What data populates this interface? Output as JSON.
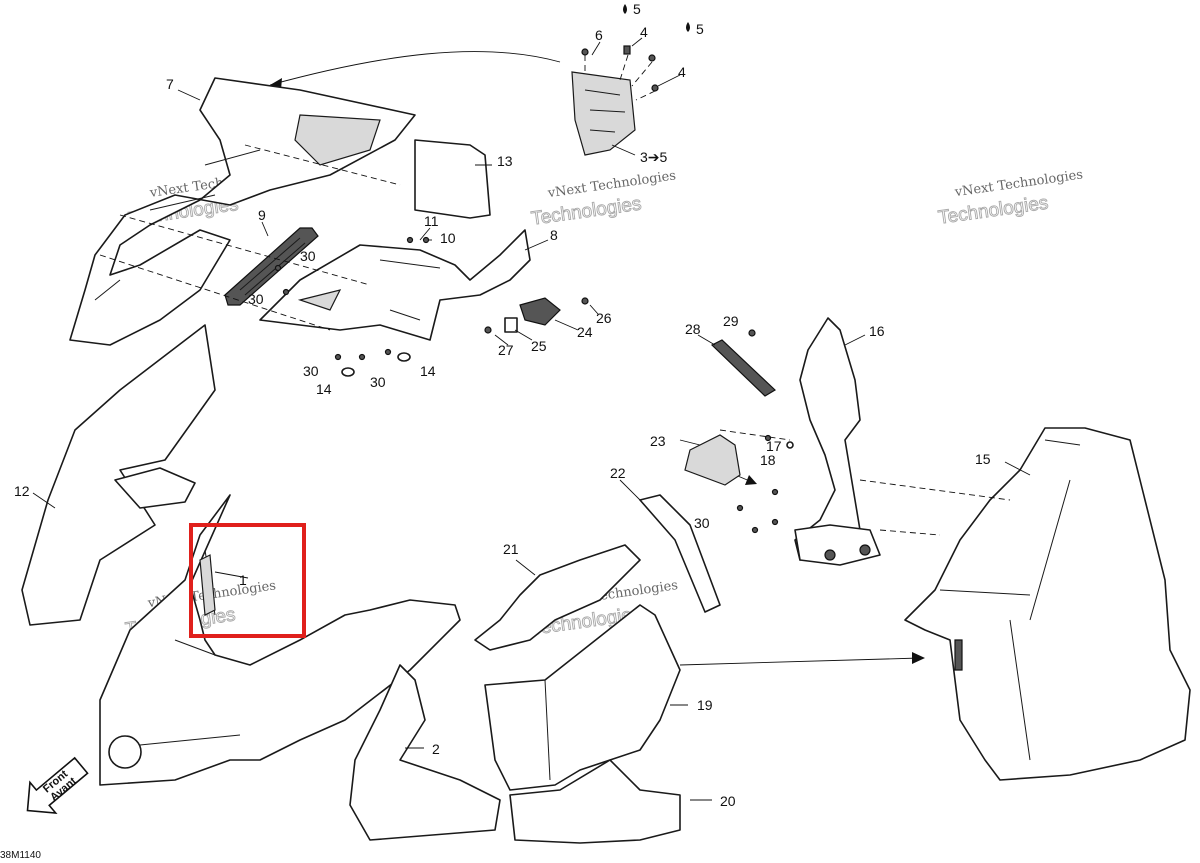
{
  "diagram_code": "38M1140",
  "watermark": {
    "line1": "vNext Technologies",
    "line2_small": "vNext",
    "line2_large": "Technologies"
  },
  "front_arrow": {
    "line1": "Front",
    "line2": "Avant"
  },
  "callouts": {
    "c1": "1",
    "c2": "2",
    "c3": "3➔5",
    "c4a": "4",
    "c4b": "4",
    "c5a": "5",
    "c5b": "5",
    "c6": "6",
    "c7": "7",
    "c8": "8",
    "c9": "9",
    "c10": "10",
    "c11": "11",
    "c12": "12",
    "c13": "13",
    "c14a": "14",
    "c14b": "14",
    "c15": "15",
    "c16": "16",
    "c17": "17",
    "c18": "18",
    "c19": "19",
    "c20": "20",
    "c21": "21",
    "c22": "22",
    "c23": "23",
    "c24": "24",
    "c25": "25",
    "c26": "26",
    "c27": "27",
    "c28": "28",
    "c29": "29",
    "c30a": "30",
    "c30b": "30",
    "c30c": "30",
    "c30d": "30",
    "c30e": "30"
  },
  "highlight": {
    "color": "#e0201c",
    "target_callout": "1"
  },
  "colors": {
    "line": "#1a1a1a",
    "background": "#ffffff"
  }
}
